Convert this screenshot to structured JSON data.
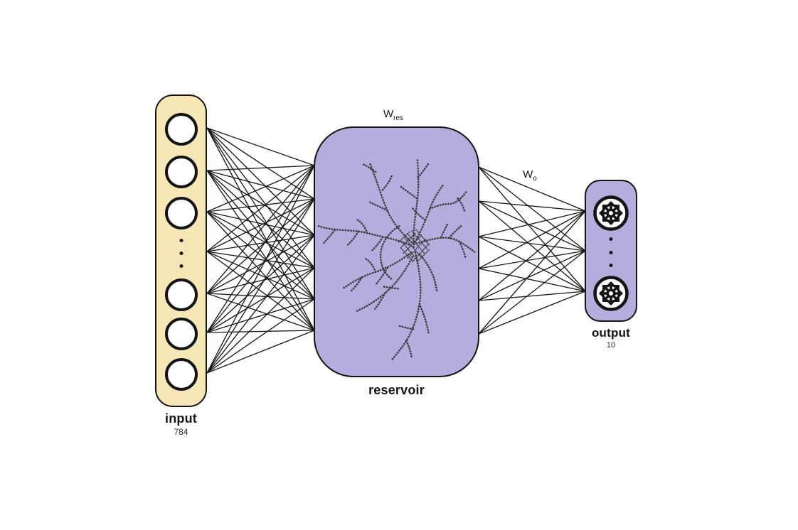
{
  "diagram": {
    "input": {
      "label": "input",
      "count": "784",
      "node_count": 6,
      "ellipsis_dots": 3
    },
    "reservoir": {
      "label": "reservoir"
    },
    "output": {
      "label": "output",
      "count": "10",
      "node_count": 2,
      "ellipsis_dots": 3
    },
    "weights": {
      "reservoir_weight_base": "W",
      "reservoir_weight_sub": "res",
      "output_weight_base": "W",
      "output_weight_sub": "o"
    },
    "colors": {
      "background": "#ffffff",
      "input_fill": "#f7e7b7",
      "reservoir_fill": "#b6acde",
      "output_fill": "#b6acde",
      "stroke": "#141414",
      "connection": "#1a1a1a",
      "neuron_ink": "#3e3e3e"
    },
    "icons": {
      "output_node_icon": "spiking-neuron-snowflake-icon",
      "reservoir_art": "dendritic-neuron-sketch"
    }
  }
}
